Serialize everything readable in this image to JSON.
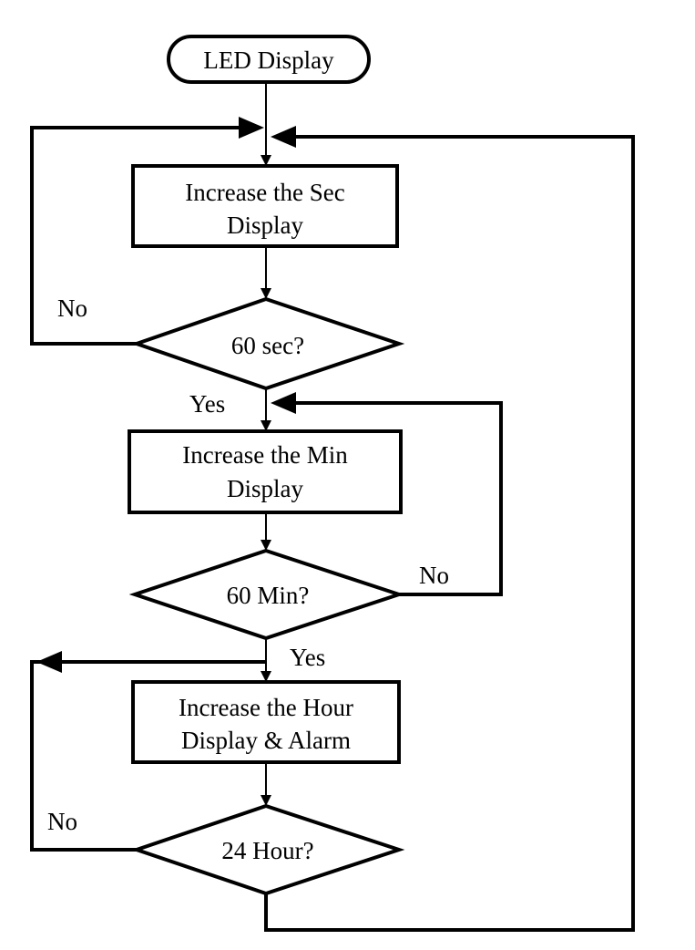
{
  "flowchart": {
    "start": "LED Display",
    "sec_box": {
      "line1": "Increase the Sec",
      "line2": "Display"
    },
    "sec_decision": "60 sec?",
    "min_box": {
      "line1": "Increase the Min",
      "line2": "Display"
    },
    "min_decision": "60 Min?",
    "hour_box": {
      "line1": "Increase the Hour",
      "line2": "Display & Alarm"
    },
    "hour_decision": "24 Hour?",
    "labels": {
      "sec_no": "No",
      "sec_yes": "Yes",
      "min_no": "No",
      "min_yes": "Yes",
      "hour_no": "No"
    }
  }
}
